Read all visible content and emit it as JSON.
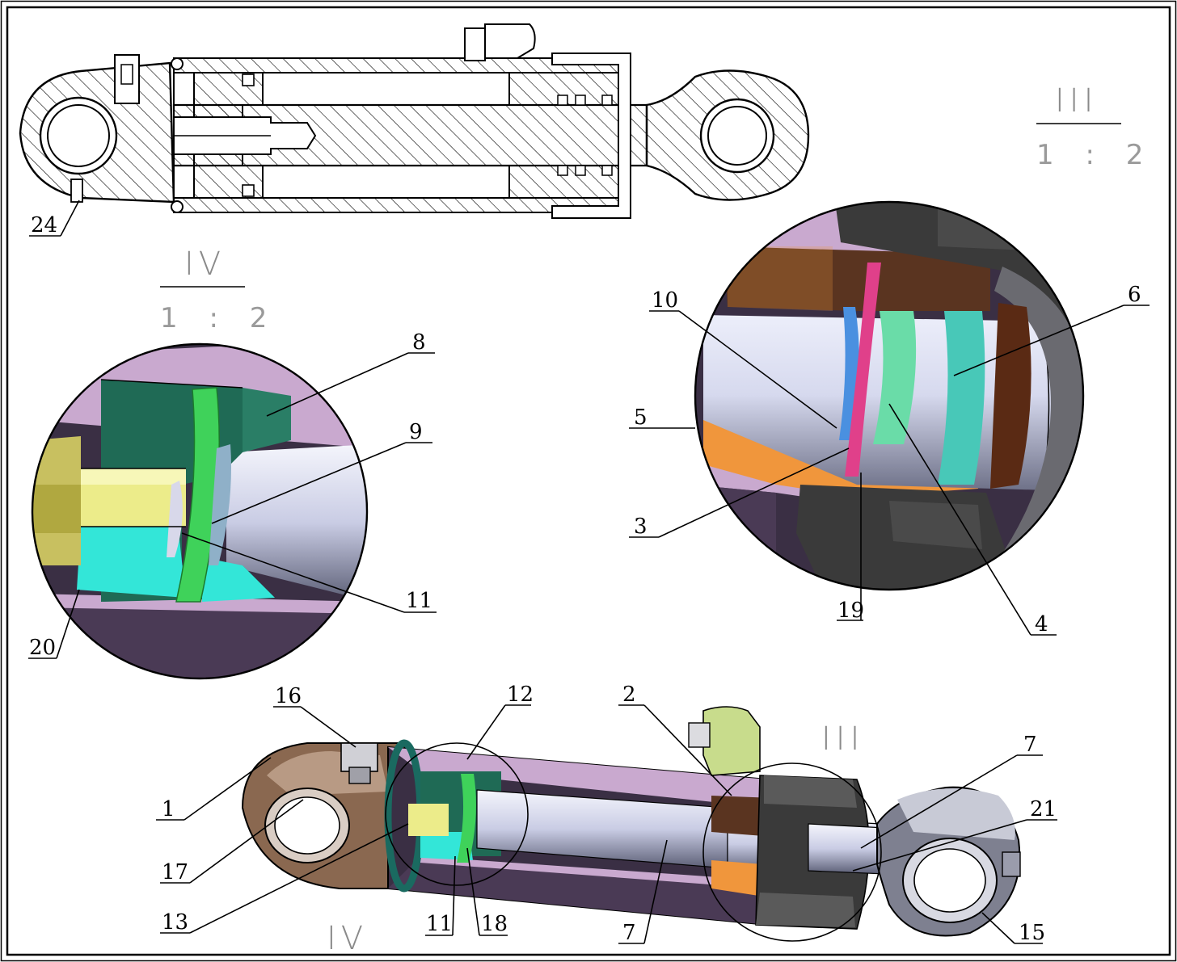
{
  "views": {
    "detail_iii": {
      "label": "III",
      "scale": "1 : 2"
    },
    "detail_iv": {
      "label": "IV",
      "scale": "1 : 2"
    },
    "assembly_marker_iii": "III",
    "assembly_marker_iv": "IV"
  },
  "callouts": {
    "section": [
      "24"
    ],
    "detail_iv": [
      "8",
      "9",
      "11",
      "20"
    ],
    "detail_iii": [
      "10",
      "6",
      "5",
      "3",
      "19",
      "4"
    ],
    "assembly": [
      "16",
      "12",
      "2",
      "7",
      "21",
      "1",
      "17",
      "13",
      "11",
      "18",
      "7",
      "15"
    ]
  },
  "colors": {
    "barrel": "#c9a9cf",
    "gland": "#5a3420",
    "orange_seal": "#f0963c",
    "dark_green_piston": "#1f6a55",
    "cyan_piston": "#33e6d8",
    "green_ring": "#3fd25a",
    "pink_ring": "#e0408a",
    "teal_ring": "#48c8b8",
    "yellow_nut": "#ecec8a",
    "rod": "#c4c8de",
    "eye_brown": "#8a6850",
    "eye_grey": "#7e8090",
    "fitting_green": "#c8dc8c",
    "o_ring": "#1a6a60",
    "dark_cap": "#3a3a3a"
  }
}
